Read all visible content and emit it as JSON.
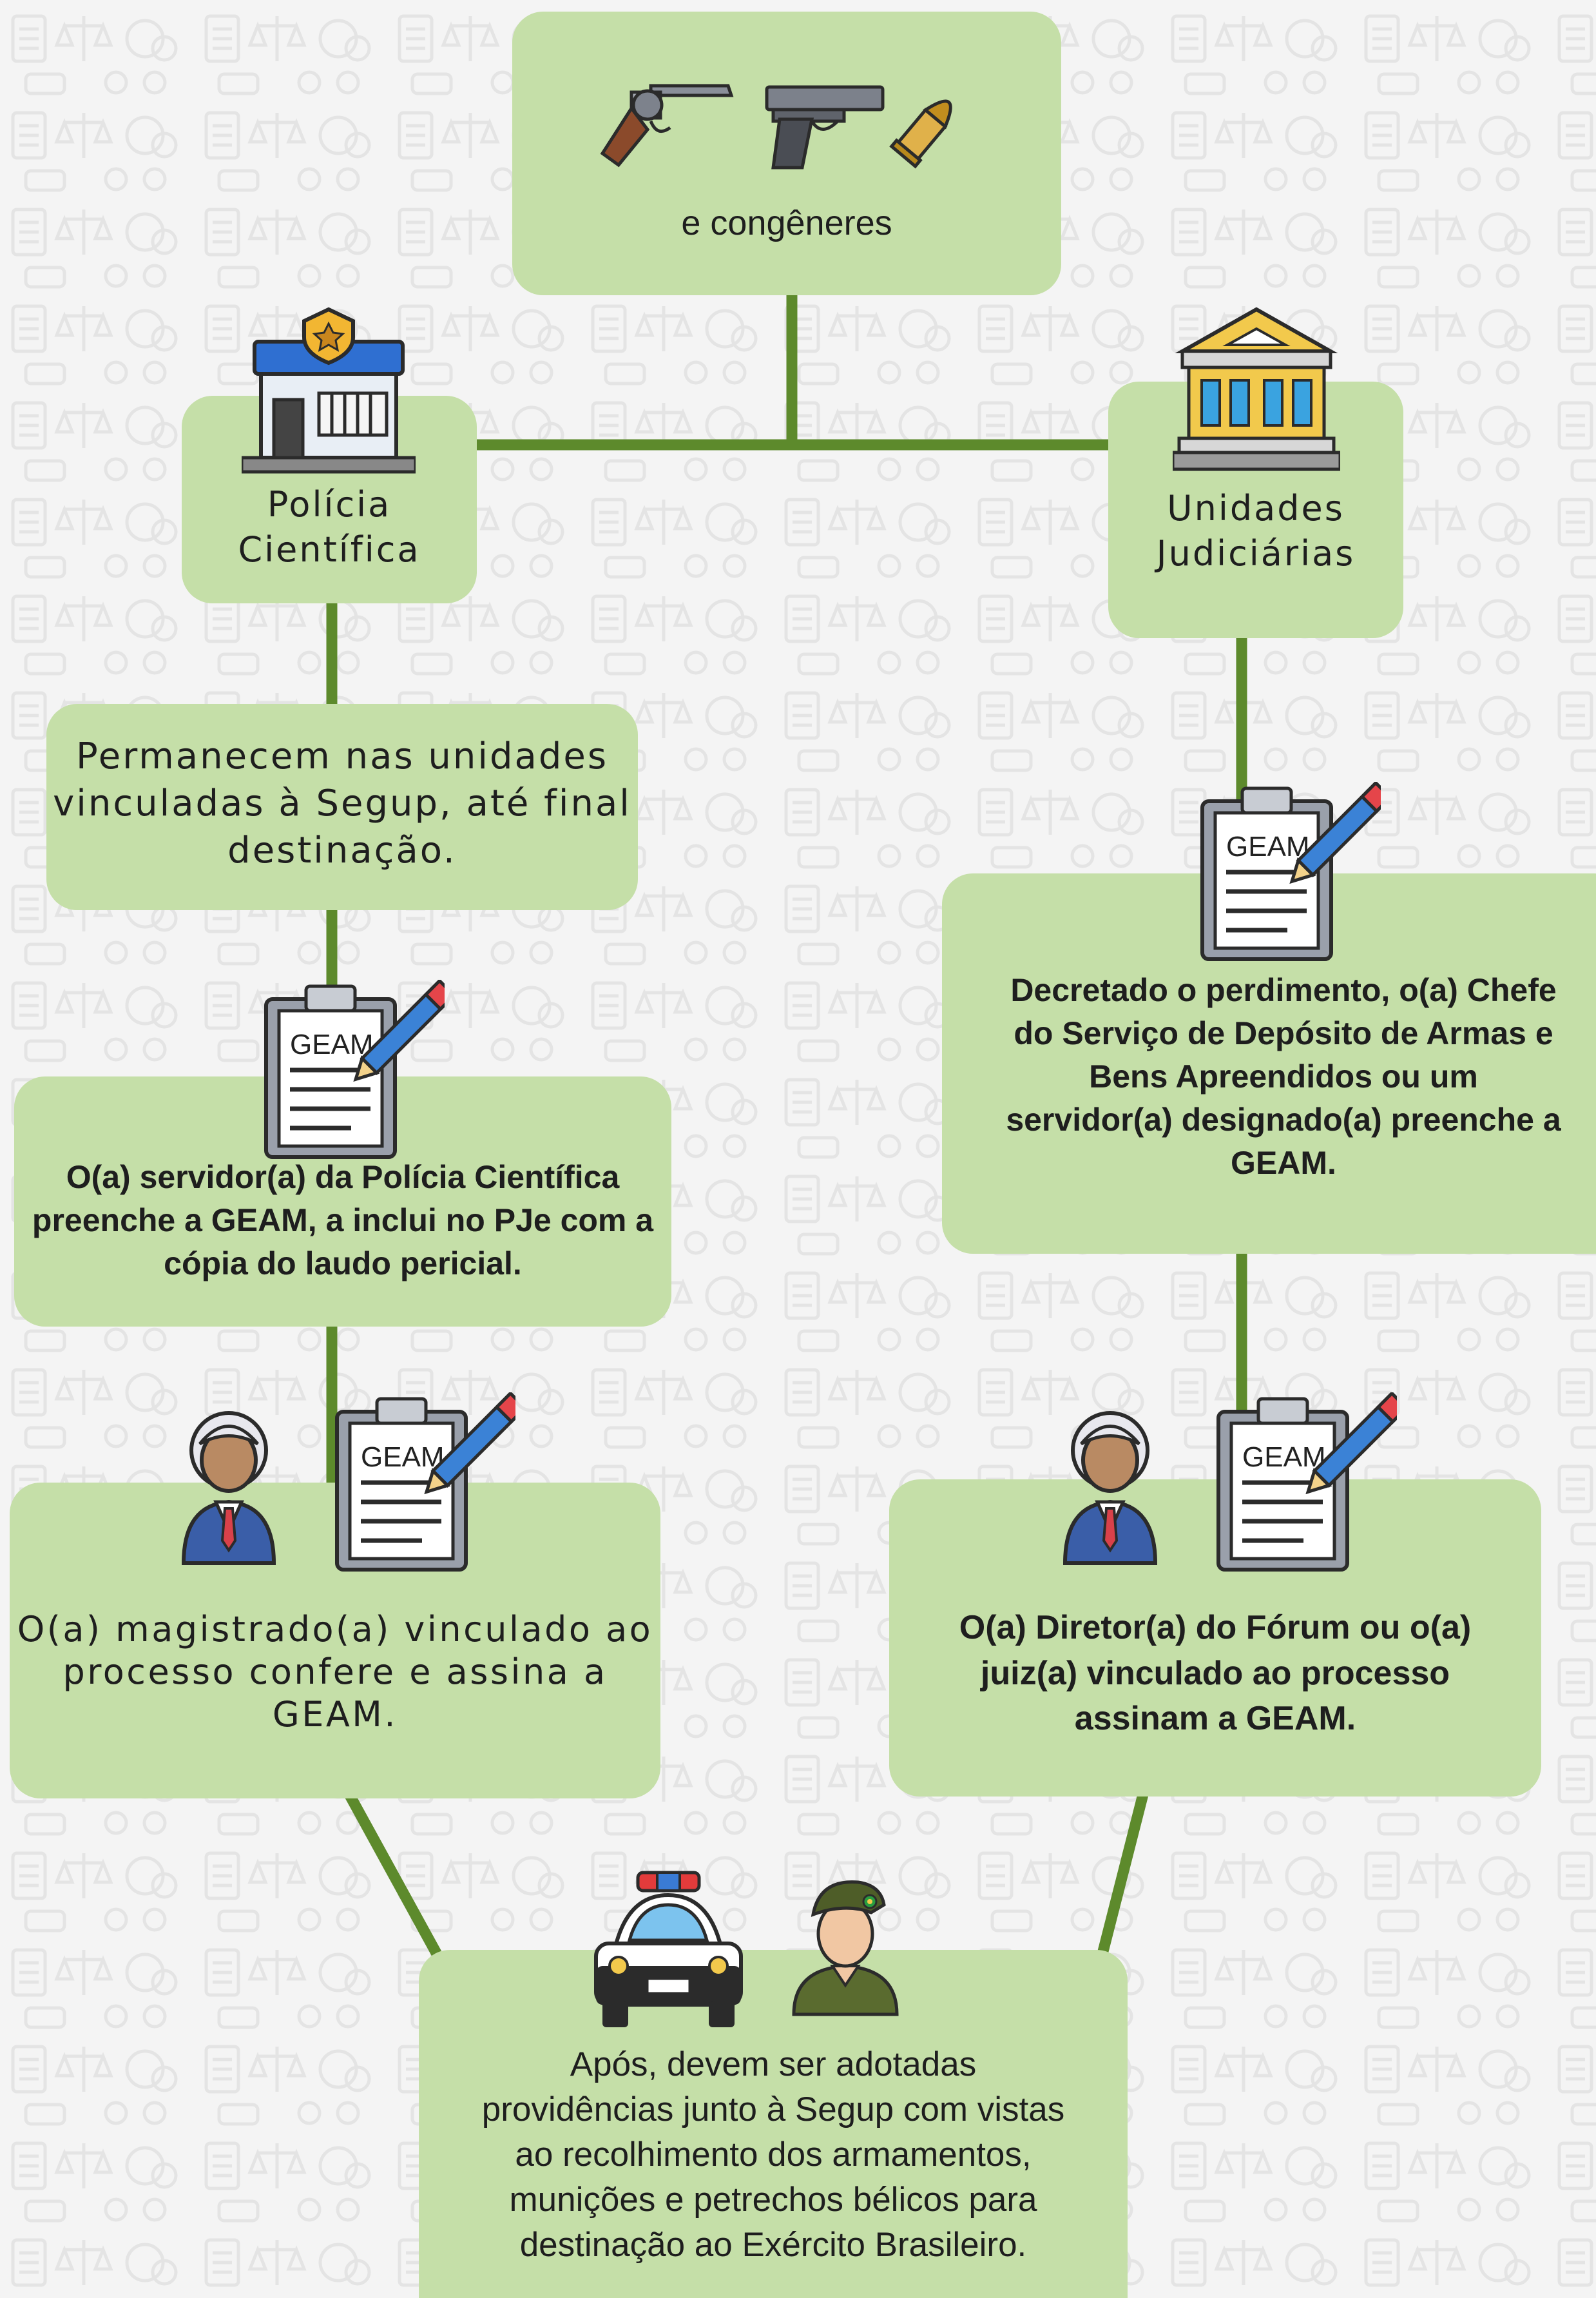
{
  "theme": {
    "box_color": "#c5dfa8",
    "line_color": "#5d8a2c",
    "background": "#f4f4f4"
  },
  "top_box": {
    "caption": "e congêneres",
    "icons": [
      "revolver-icon",
      "pistol-icon",
      "bullet-icon"
    ]
  },
  "policia_box": {
    "line1": "Polícia",
    "line2": "Científica",
    "icon": "police-station-icon"
  },
  "judiciarias_box": {
    "line1": "Unidades",
    "line2": "Judiciárias",
    "icon": "courthouse-icon"
  },
  "permanecem_box": {
    "lines": [
      "Permanecem nas unidades",
      "vinculadas à Segup,  até final",
      "destinação."
    ]
  },
  "left_geam_box": {
    "form_label": "GEAM",
    "lines": [
      "O(a) servidor(a) da Polícia Científica",
      "preenche a GEAM, a inclui no PJe com a",
      "cópia do laudo pericial."
    ]
  },
  "right_geam_box": {
    "form_label": "GEAM",
    "lines": [
      "Decretado o perdimento, o(a) Chefe",
      "do Serviço de Depósito de Armas e",
      "Bens Apreendidos ou um",
      "servidor(a) designado(a) preenche a",
      "GEAM."
    ]
  },
  "left_judge_box": {
    "form_label": "GEAM",
    "lines": [
      "O(a) magistrado(a) vinculado ao",
      "processo confere  e assina a",
      "GEAM."
    ]
  },
  "right_judge_box": {
    "form_label": "GEAM",
    "lines": [
      "O(a) Diretor(a) do Fórum ou o(a)",
      "juiz(a) vinculado ao processo",
      "assinam a GEAM."
    ]
  },
  "bottom_box": {
    "lines": [
      "Após, devem ser adotadas",
      "providências junto à Segup com vistas",
      "ao recolhimento dos armamentos,",
      "munições e petrechos bélicos para",
      "destinação ao Exército Brasileiro."
    ],
    "icons": [
      "police-car-icon",
      "soldier-icon"
    ]
  }
}
